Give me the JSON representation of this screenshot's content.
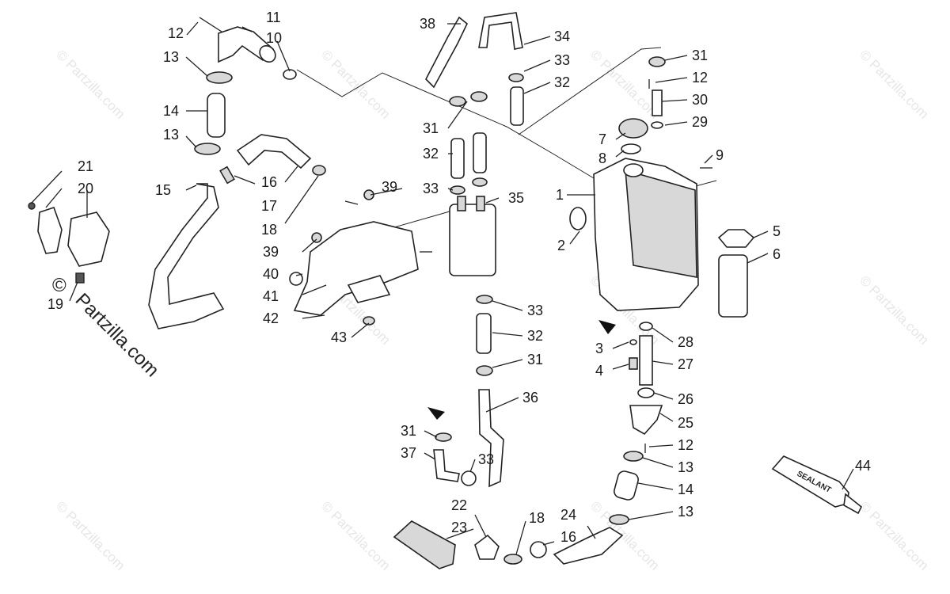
{
  "watermark": {
    "text": "© Partzilla.com",
    "main_text": "Partzilla.com",
    "copyright_symbol": "©"
  },
  "sealant_label": "SEALANT",
  "callouts": [
    "1",
    "2",
    "3",
    "4",
    "5",
    "6",
    "7",
    "8",
    "9",
    "10",
    "11",
    "12",
    "13",
    "14",
    "15",
    "16",
    "17",
    "18",
    "19",
    "20",
    "21",
    "22",
    "23",
    "24",
    "25",
    "26",
    "27",
    "28",
    "29",
    "30",
    "31",
    "32",
    "33",
    "34",
    "35",
    "36",
    "37",
    "38",
    "39",
    "40",
    "41",
    "42",
    "43",
    "44"
  ],
  "colors": {
    "line": "#222222",
    "part_fill": "#ffffff",
    "shade": "#d8d8d8",
    "watermark": "#e6e6e6"
  }
}
